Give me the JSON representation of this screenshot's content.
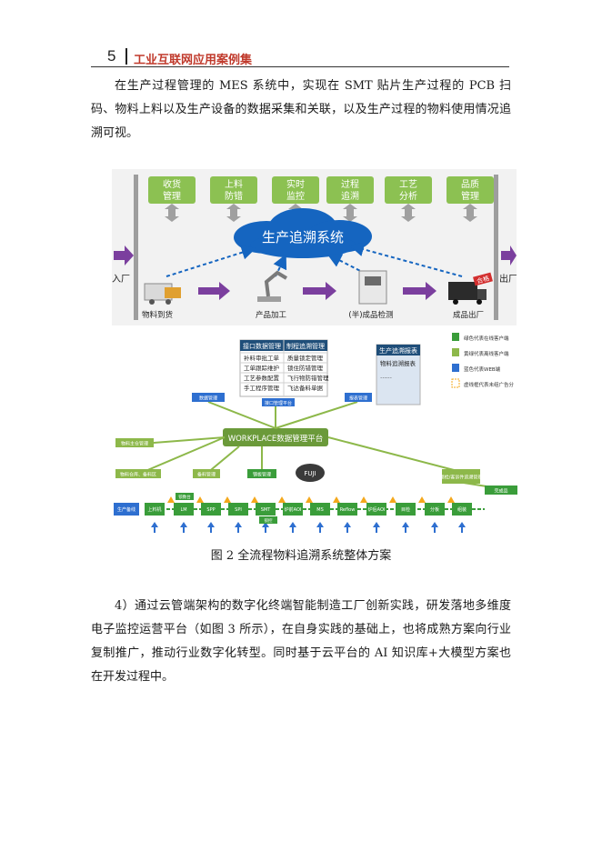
{
  "header": {
    "page_number": "5",
    "title": "工业互联网应用案例集"
  },
  "paragraph1": "在生产过程管理的 MES 系统中，实现在 SMT 贴片生产过程的 PCB 扫码、物料上料以及生产设备的数据采集和关联，以及生产过程的物料使用情况追溯可视。",
  "figure_top": {
    "modules": [
      "收货管理",
      "上料防错",
      "实时监控",
      "过程追溯",
      "工艺分析",
      "品质管理"
    ],
    "cloud_label": "生产追溯系统",
    "entry_label": "入厂",
    "exit_label": "出厂",
    "stages": [
      "物料到货",
      "产品加工",
      "(半)成品检测",
      "成品出厂"
    ],
    "pass_stamp": "合格",
    "colors": {
      "module_green": "#8cc152",
      "cloud_blue": "#1565c0",
      "arrow_purple": "#7b3f9e"
    }
  },
  "figure_bottom": {
    "table1": {
      "headers": [
        "接口数据管理",
        "制程追溯管理"
      ],
      "rows": [
        [
          "补料审批工单",
          "质量锁定管理"
        ],
        [
          "工单跟踪维护",
          "锁住防错管理"
        ],
        [
          "工艺参数配置",
          "飞行物防错管理"
        ],
        [
          "手工程序管理",
          "飞达备料单据"
        ]
      ]
    },
    "table2": {
      "header": "生产追溯报表",
      "rows": [
        "物料追溯报表",
        "……"
      ]
    },
    "legend": [
      "绿色代表在线客户端",
      "黄绿代表离线客户端",
      "蓝色代表WEB端",
      "虚线框代表未组广告分"
    ],
    "platform_label": "WORKPLACE数据管理平台",
    "fuji_label": "FUJI",
    "side_boxes": [
      "数据管理",
      "接口管理平台",
      "报表管理",
      "物料主仓管理",
      "物料仓库、备料区",
      "备料管理",
      "钢板管理",
      "锁检/客诉件追溯管理",
      "完成品"
    ],
    "line_boxes": [
      "生产备线",
      "上料机",
      "LM",
      "SPP",
      "SPI",
      "SMT",
      "炉前AOI",
      "MS",
      "Reflow",
      "炉后AOI",
      "目检",
      "分板",
      "组装"
    ],
    "sub_boxes": [
      "锁数台",
      "锁控"
    ],
    "colors": {
      "green": "#3a9d3a",
      "olive": "#8db84a",
      "blue": "#2e6fd0",
      "orange": "#f4a81c"
    }
  },
  "caption": "图 2  全流程物料追溯系统整体方案",
  "paragraph2": "4）通过云管端架构的数字化终端智能制造工厂创新实践，研发落地多维度电子监控运营平台（如图 3 所示），在自身实践的基础上，也将成熟方案向行业复制推广，推动行业数字化转型。同时基于云平台的 AI 知识库+大模型方案也在开发过程中。"
}
